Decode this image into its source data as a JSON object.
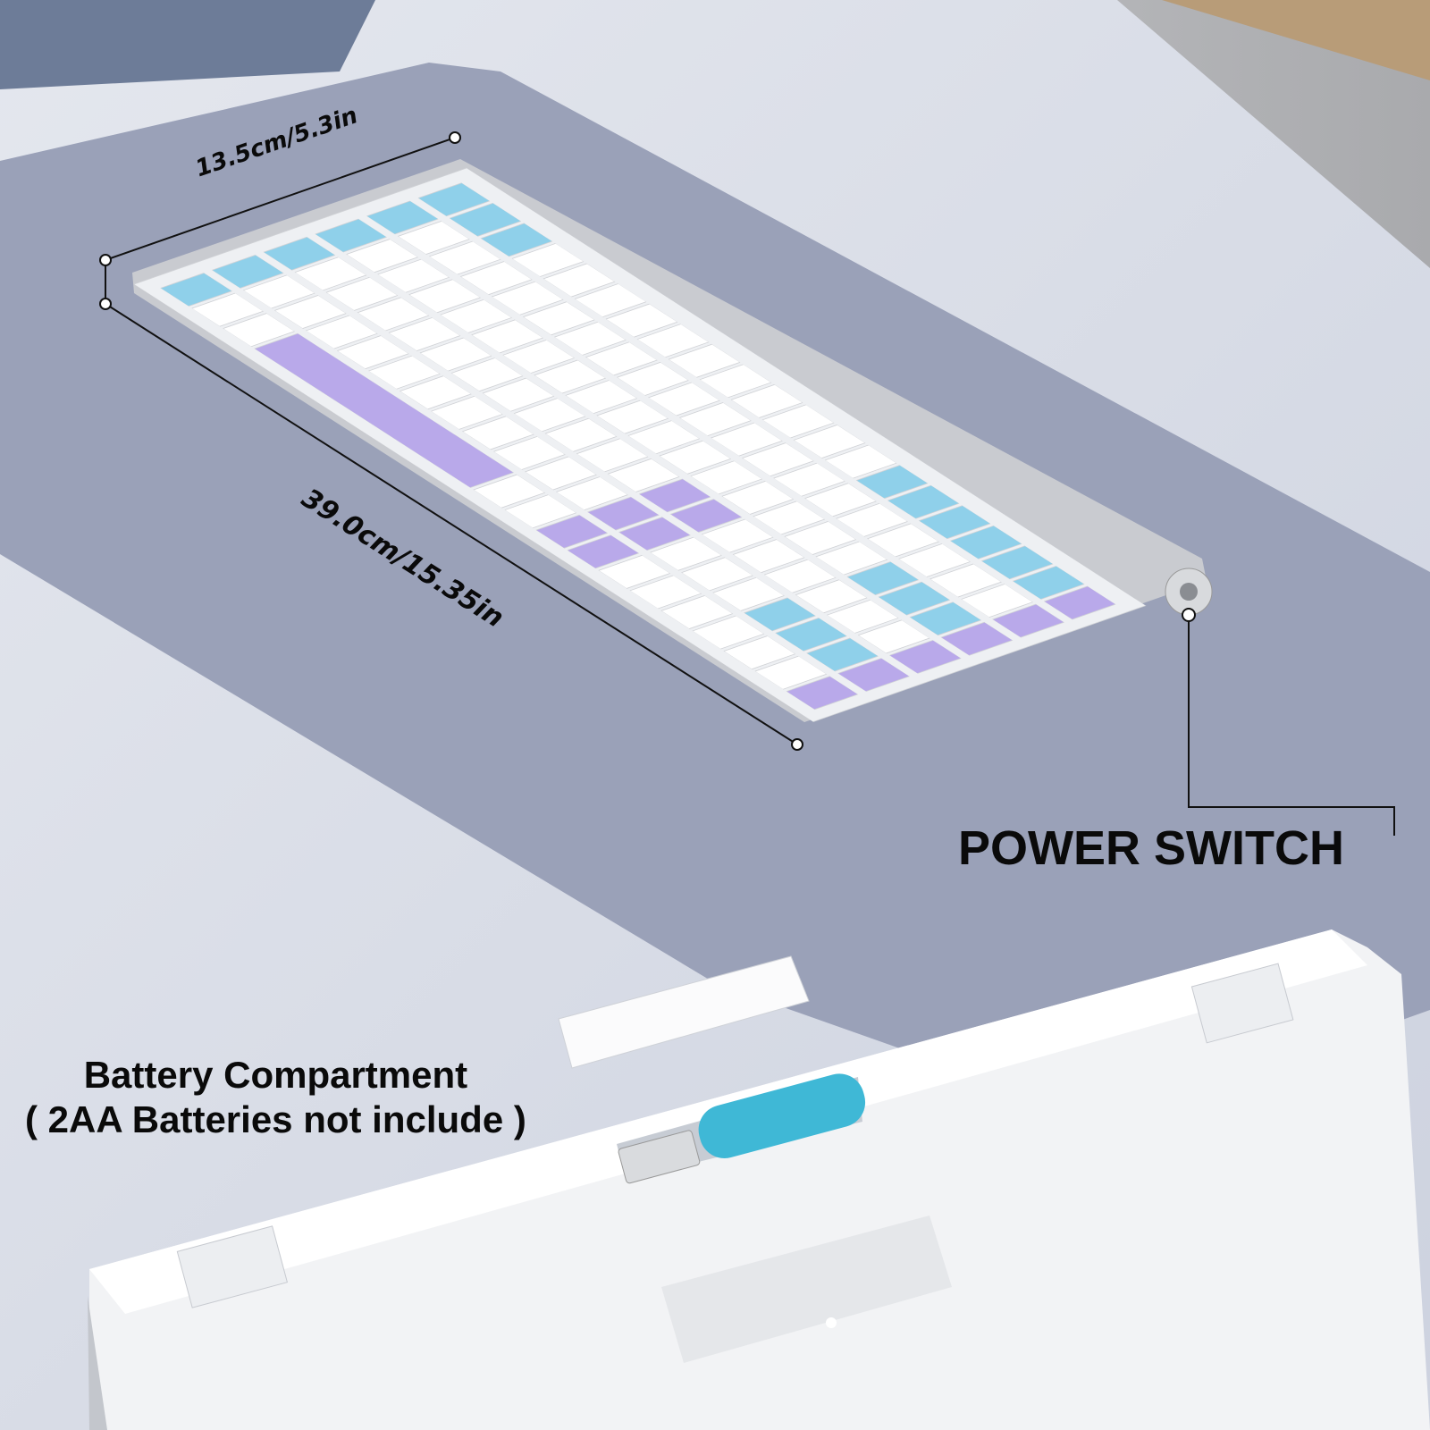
{
  "annotations": {
    "width_dimension": "13.5cm/5.3in",
    "length_dimension": "39.0cm/15.35in",
    "power_switch": "POWER SWITCH",
    "battery_title": "Battery Compartment",
    "battery_note": "( 2AA Batteries not include )"
  },
  "colors": {
    "desk": "#d6dae4",
    "mat": "#9aa1b8",
    "key_blue": "#8fd0ea",
    "key_purple": "#b9a9ea",
    "key_white": "#ffffff",
    "battery": "#3fb8d6"
  }
}
